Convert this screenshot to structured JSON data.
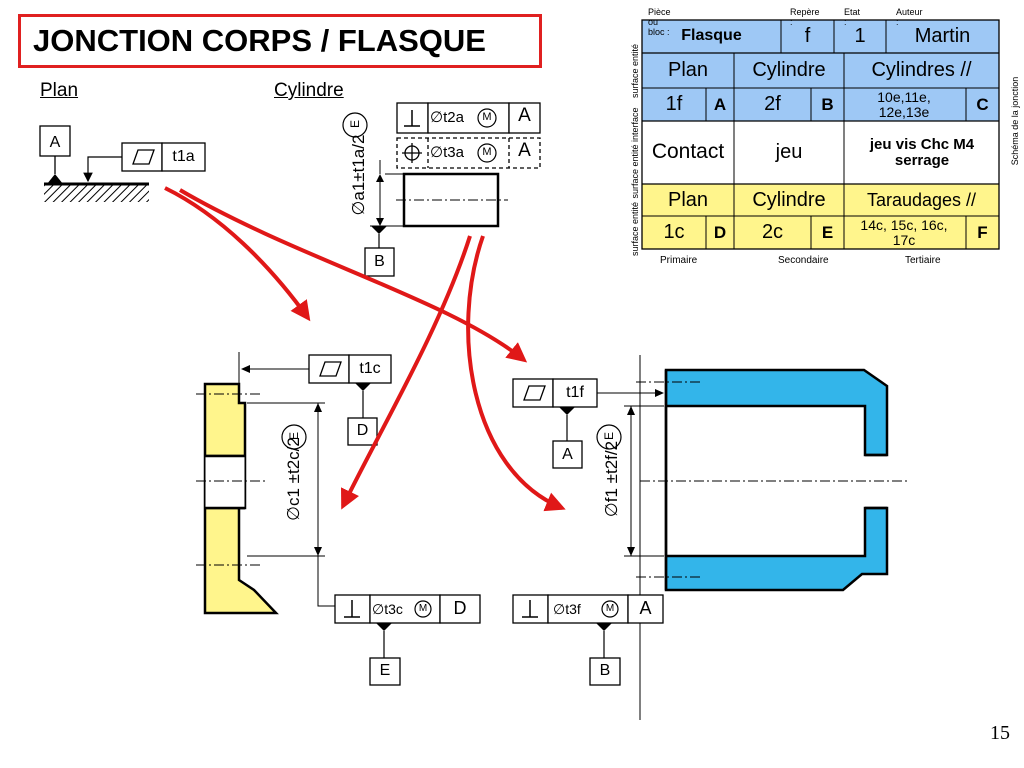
{
  "slide": {
    "title": "JONCTION CORPS / FLASQUE",
    "page_number": "15"
  },
  "left_part": {
    "plan_label": "Plan",
    "cylinder_label": "Cylindre",
    "datum_A": "A",
    "flat_tol": "t1a",
    "perp_tol": "∅t2a",
    "pos_tol": "∅t3a",
    "mmc": "M",
    "ref_A1": "A",
    "ref_A2": "A",
    "diam_dim": "∅a1±t1a/2",
    "env": "E",
    "datum_B": "B"
  },
  "corps": {
    "flat_tol": "t1c",
    "datum_D": "D",
    "diam_dim": "∅c1 ±t2c/2",
    "env": "E",
    "perp_tol": "∅t3c",
    "mmc": "M",
    "ref": "D",
    "datum_E": "E"
  },
  "flasque": {
    "flat_tol": "t1f",
    "datum_A": "A",
    "diam_dim": "∅f1 ±t2f/2",
    "env": "E",
    "perp_tol": "∅t3f",
    "mmc": "M",
    "ref": "A",
    "datum_B": "B"
  },
  "table": {
    "header": {
      "piece": "Pièce ou bloc :",
      "repere": "Repère :",
      "etat": "Etat :",
      "auteur": "Auteur :"
    },
    "piece_value": "Flasque",
    "repere_value": "f",
    "etat_value": "1",
    "auteur_value": "Martin",
    "side_labels": [
      "surface entité",
      "surface entité",
      "surface entité  interface",
      "surface entité",
      "surface entité"
    ],
    "right_label": "Schéma de la jonction",
    "row1": [
      "Plan",
      "Cylindre",
      "Cylindres //"
    ],
    "row2": {
      "p": "1f",
      "pl": "A",
      "s": "2f",
      "sl": "B",
      "t": "10e,11e, 12e,13e",
      "tl": "C"
    },
    "contact": {
      "label": "Contact",
      "s": "jeu",
      "t": "jeu vis Chc M4 serrage"
    },
    "row4": [
      "Plan",
      "Cylindre",
      "Taraudages //"
    ],
    "row5": {
      "p": "1c",
      "pl": "D",
      "s": "2c",
      "sl": "E",
      "t": "14c, 15c, 16c, 17c",
      "tl": "F"
    },
    "footer": [
      "Primaire",
      "Secondaire",
      "Tertiaire"
    ]
  },
  "colors": {
    "title_border": "#e02020",
    "arrow": "#e01818",
    "corps_fill": "#fff58c",
    "flasque_fill": "#33b5ea",
    "table_blue": "#9ec8f5",
    "table_yellow": "#fff58c"
  }
}
